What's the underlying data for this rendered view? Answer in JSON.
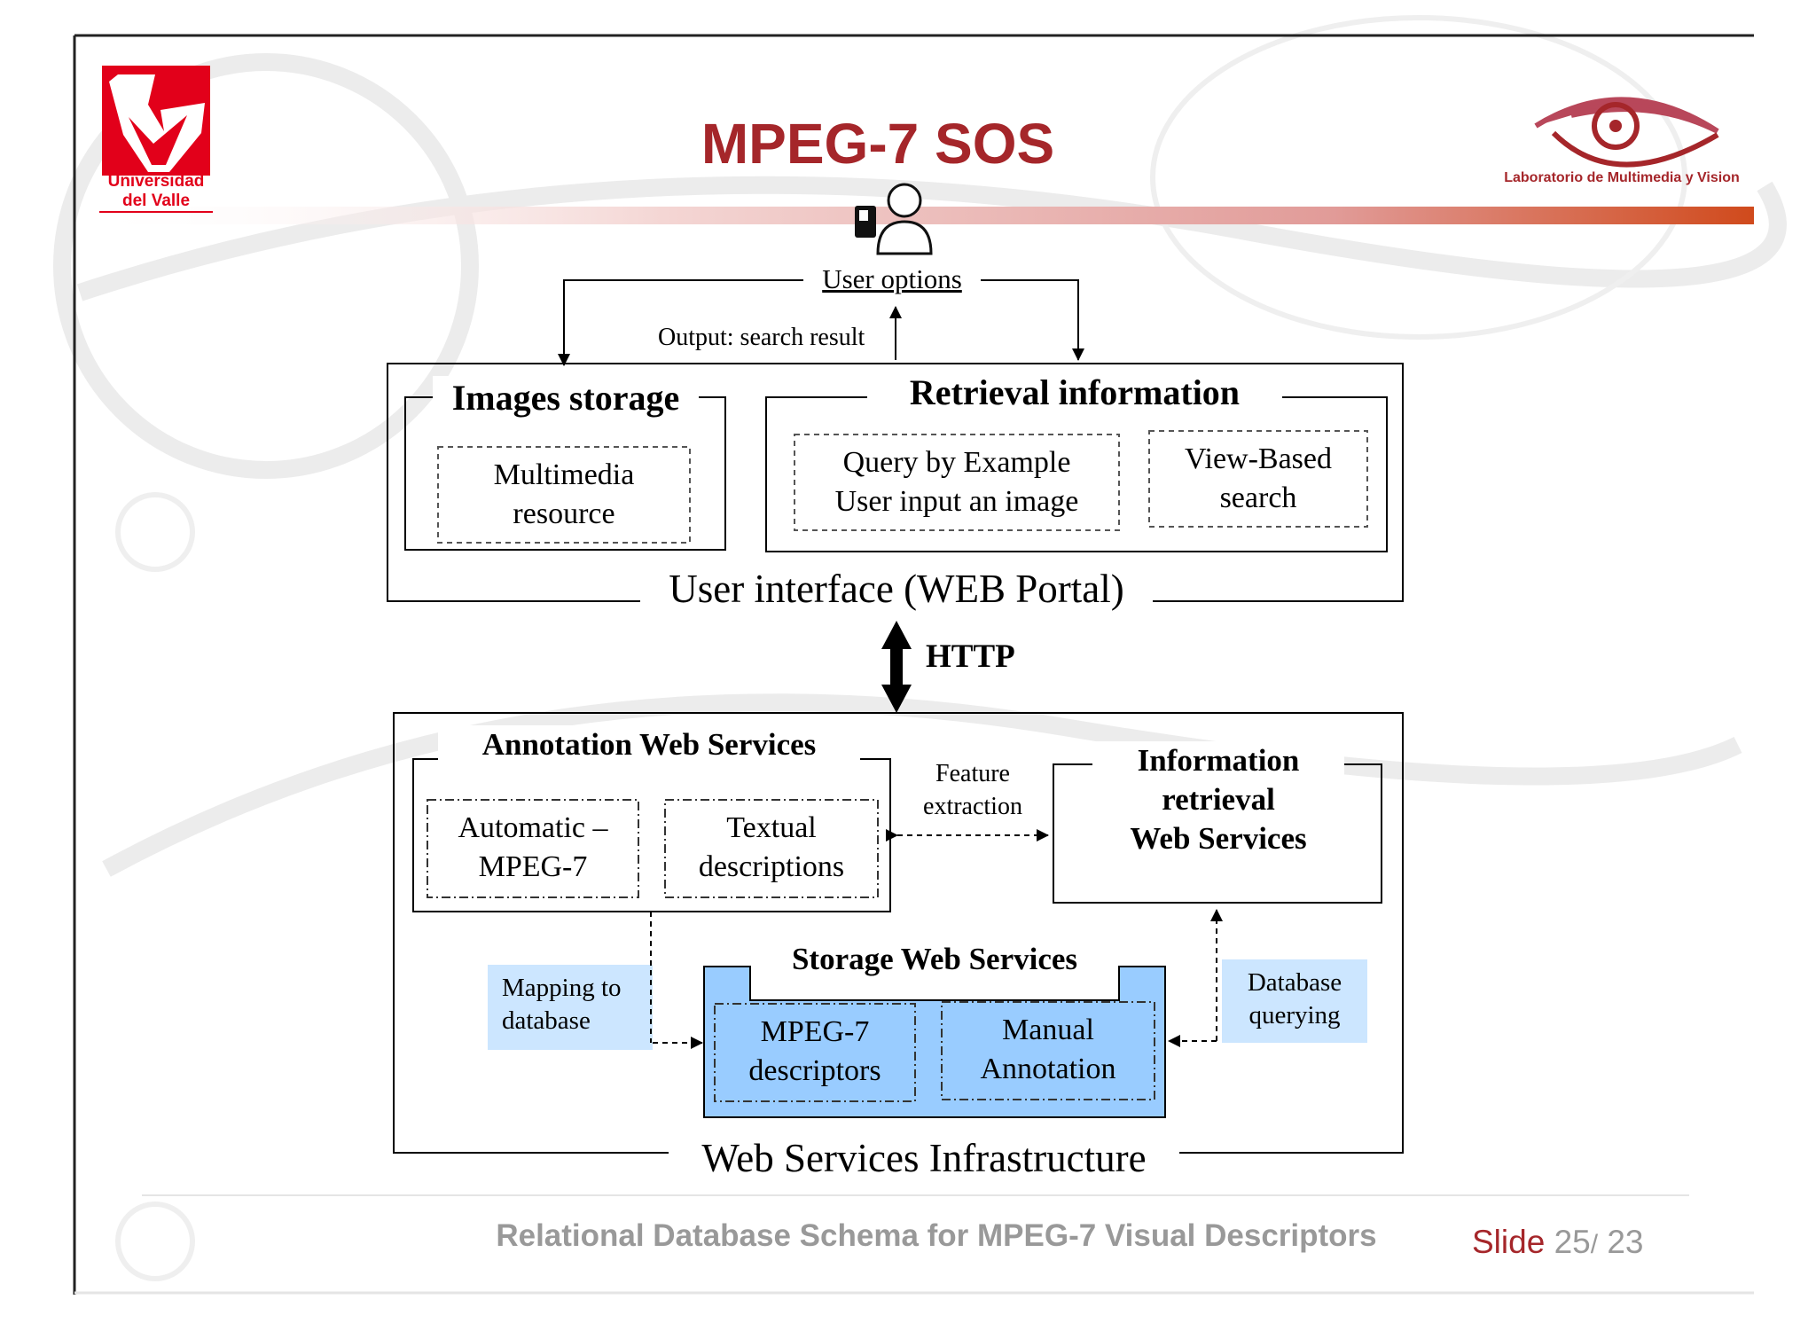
{
  "header": {
    "title": "MPEG-7 SOS",
    "logo_left_line1": "Universidad",
    "logo_left_line2": "del Valle",
    "logo_right_text": "Laboratorio de Multimedia y Vision"
  },
  "diagram": {
    "user_options": "User options",
    "output_search_result": "Output: search result",
    "images_storage": "Images storage",
    "multimedia_line1": "Multimedia",
    "multimedia_line2": "resource",
    "retrieval_information": "Retrieval information",
    "qbe_line1": "Query by Example",
    "qbe_line2": "User input an image",
    "view_line1": "View-Based",
    "view_line2": "search",
    "user_interface": "User interface (WEB Portal)",
    "http": "HTTP",
    "annotation_ws": "Annotation Web Services",
    "automatic_line1": "Automatic –",
    "automatic_line2": "MPEG-7",
    "textual_line1": "Textual",
    "textual_line2": "descriptions",
    "feature_line1": "Feature",
    "feature_line2": "extraction",
    "info_ret_line1": "Information",
    "info_ret_line2": "retrieval",
    "info_ret_line3": "Web Services",
    "mapping_line1": "Mapping to",
    "mapping_line2": "database",
    "storage_ws": "Storage Web Services",
    "mpeg7_line1": "MPEG-7",
    "mpeg7_line2": "descriptors",
    "manual_line1": "Manual",
    "manual_line2": "Annotation",
    "db_query_line1": "Database",
    "db_query_line2": "querying",
    "ws_infrastructure": "Web Services Infrastructure"
  },
  "footer": {
    "subtitle": "Relational Database Schema for MPEG-7 Visual Descriptors",
    "slide_label": "Slide",
    "slide_current": "25",
    "slide_separator": "/",
    "slide_total": "23"
  },
  "colors": {
    "title": "#a5262a",
    "univalle_red": "#e2001a",
    "storage_blue": "#99ccff",
    "light_blue": "#cce6ff",
    "footer_gray": "#999999"
  }
}
